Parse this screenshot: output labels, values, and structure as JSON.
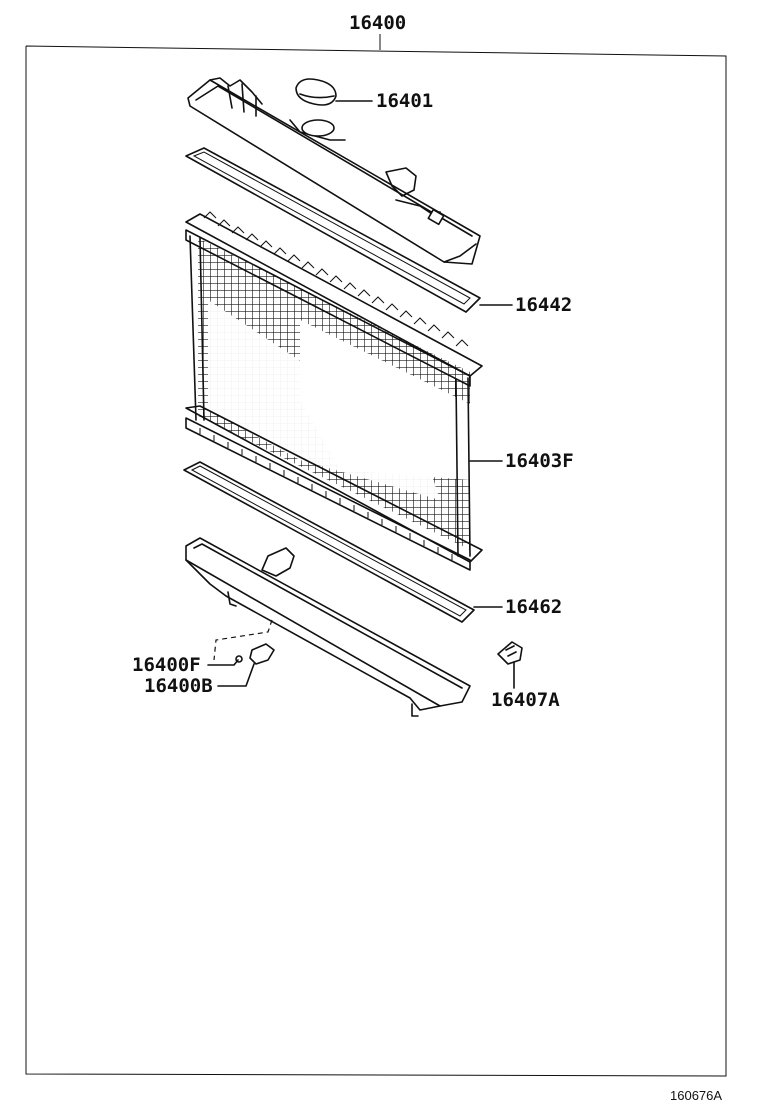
{
  "assembly_label": "16400",
  "parts": {
    "cap": "16401",
    "upper_gasket": "16442",
    "core": "16403F",
    "lower_gasket": "16462",
    "drain_o_ring": "16400F",
    "drain_cock": "16400B",
    "temp_switch": "16407A"
  },
  "figure_ref": "160676A"
}
